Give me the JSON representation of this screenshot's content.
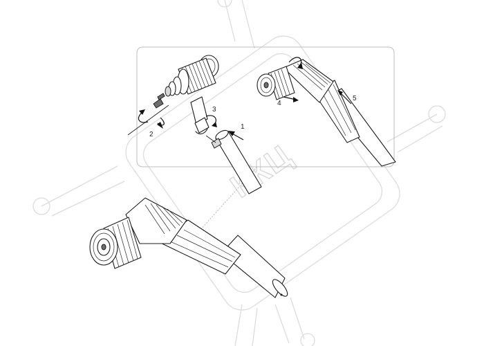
{
  "figure": {
    "steps": [
      {
        "id": "1",
        "label": "1"
      },
      {
        "id": "2",
        "label": "2"
      },
      {
        "id": "3",
        "label": "3"
      },
      {
        "id": "4",
        "label": "4"
      },
      {
        "id": "5",
        "label": "5"
      }
    ],
    "watermark": {
      "text": "ККЦ"
    },
    "colors": {
      "line": "#1c1c1c",
      "panel": "#bdbdbd",
      "watermark": "#d8d8d8"
    }
  }
}
